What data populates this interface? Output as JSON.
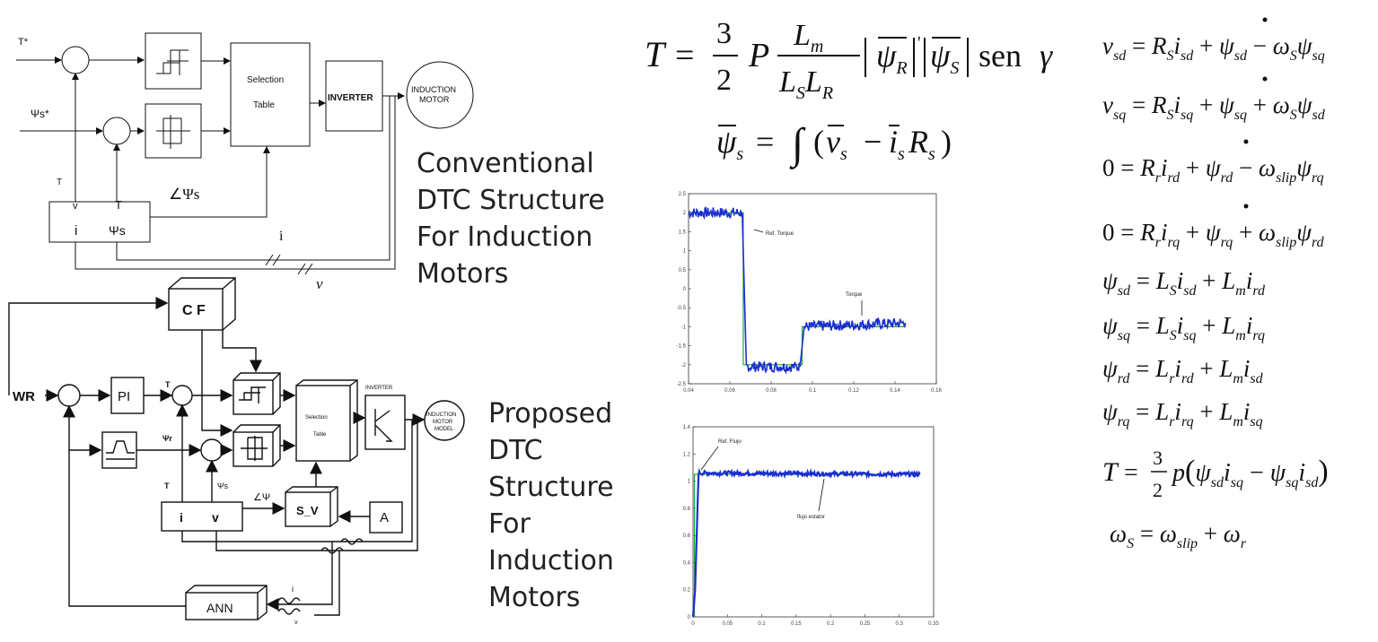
{
  "conventional": {
    "caption": [
      "Conventional",
      "DTC Structure",
      "For Induction",
      "Motors"
    ],
    "torque_ref": "T*",
    "flux_ref": "Ψs*",
    "selection_table": [
      "Selection",
      "Table"
    ],
    "inverter": "INVERTER",
    "motor": [
      "INDUCTION",
      "MOTOR"
    ],
    "estimator_t_label": "T",
    "estimator_v": "v",
    "estimator_t": "T",
    "estimator_i": "i",
    "estimator_psi": "Ψs",
    "angle": "∠Ψs",
    "i_label": "i",
    "v_label": "v"
  },
  "proposed": {
    "caption": [
      "Proposed",
      "DTC",
      "Structure",
      "For",
      "Induction",
      "Motors"
    ],
    "wr": "WR",
    "cf": "C F",
    "pi": "PI",
    "t_label": "T",
    "wr_small": "Ψr",
    "selection_table": [
      "Selection",
      "Table"
    ],
    "inverter_label": "INVERTER",
    "motor": [
      "INDUCTION",
      "MOTOR",
      "MODEL"
    ],
    "t_label2": "T",
    "psi_s": "Ψs",
    "angle": "∠Ψ",
    "estimator_i": "i",
    "estimator_v": "v",
    "sv": "S_V",
    "a": "A",
    "ann": "ANN",
    "i_small": "i",
    "v_small": "v"
  },
  "equations": {
    "torque_main": "T = 3/2 P Lm/(LS LR) |ψR'||ψS| sen γ",
    "flux_integral": "ψs = ∫(vs − is Rs)",
    "vsd": "vsd = RS isd + ψ̇sd − ωS ψsq",
    "vsq": "vsq = RS isq + ψ̇sq + ωS ψsd",
    "rd": "0 = Rr ird + ψ̇rd − ωslip ψrq",
    "rq": "0 = Rr irq + ψ̇rq + ωslip ψrd",
    "psd": "ψsd = LS isd + Lm ird",
    "psq": "ψsq = LS isq + Lm irq",
    "prd": "ψrd = Lr ird + Lm isd",
    "prq": "ψrq = Lr irq + Lm isq",
    "torque2": "T = 3/2 p(ψsd isq − ψsq isd)",
    "omega": "ωS = ωslip + ωr"
  },
  "chart_data": [
    {
      "type": "line",
      "title": "",
      "xlabel": "",
      "ylabel": "",
      "xlim": [
        0.04,
        0.16
      ],
      "ylim": [
        -2.5,
        2.5
      ],
      "x_ticks": [
        "0.04",
        "0.06",
        "0.08",
        "0.1",
        "0.12",
        "0.14",
        "0.16"
      ],
      "y_ticks": [
        "2.5",
        "2",
        "1.5",
        "1",
        "0.5",
        "0",
        "-0.5",
        "-1",
        "-1.5",
        "-2",
        "-2.5"
      ],
      "annotations": [
        "Ref. Torque",
        "Torque"
      ],
      "series": [
        {
          "name": "Ref. Torque",
          "color": "#22aa33",
          "x": [
            0.04,
            0.0665,
            0.0665,
            0.095,
            0.095,
            0.145
          ],
          "y": [
            2,
            2,
            -2,
            -2,
            -1,
            -1
          ]
        },
        {
          "name": "Torque",
          "color": "#1a2fd0",
          "x": [
            0.04,
            0.066,
            0.068,
            0.094,
            0.096,
            0.145
          ],
          "y": [
            2.0,
            2.0,
            -2.05,
            -2.05,
            -1.0,
            -0.9
          ]
        }
      ]
    },
    {
      "type": "line",
      "title": "",
      "xlabel": "",
      "ylabel": "",
      "xlim": [
        0,
        0.35
      ],
      "ylim": [
        0,
        1.4
      ],
      "x_ticks": [
        "0",
        "0.05",
        "0.1",
        "0.15",
        "0.2",
        "0.25",
        "0.3",
        "0.35"
      ],
      "y_ticks": [
        "1.4",
        "1.2",
        "1",
        "0.8",
        "0.6",
        "0.4",
        "0.2",
        "0"
      ],
      "annotations": [
        "Ref. Flujo",
        "flujo estator"
      ],
      "series": [
        {
          "name": "Ref. Flujo",
          "color": "#22aa33",
          "x": [
            0,
            0.002,
            0.002,
            0.33
          ],
          "y": [
            0,
            0,
            1.05,
            1.05
          ]
        },
        {
          "name": "flujo estator",
          "color": "#1a2fd0",
          "x": [
            0,
            0.003,
            0.008,
            0.33
          ],
          "y": [
            0,
            0.2,
            1.06,
            1.05
          ]
        }
      ]
    }
  ]
}
